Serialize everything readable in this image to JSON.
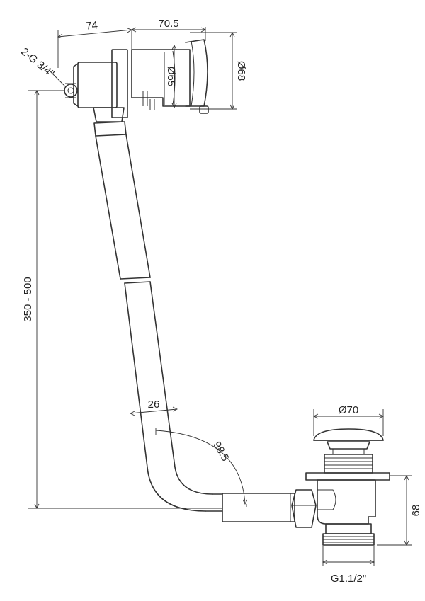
{
  "diagram": {
    "colors": {
      "stroke": "#333333",
      "background": "#ffffff"
    },
    "dimensions": {
      "head_depth": "74",
      "handle_length": "70.5",
      "inlet_thread": "2-G 3/4\"",
      "handle_inner_diameter": "Ø65",
      "handle_outer_diameter": "Ø68",
      "overflow_height": "350 - 500",
      "pipe_width": "26",
      "bend_radius": "98.5",
      "waste_cap_diameter": "Ø70",
      "waste_height": "68",
      "outlet_thread": "G1.1/2\""
    }
  }
}
